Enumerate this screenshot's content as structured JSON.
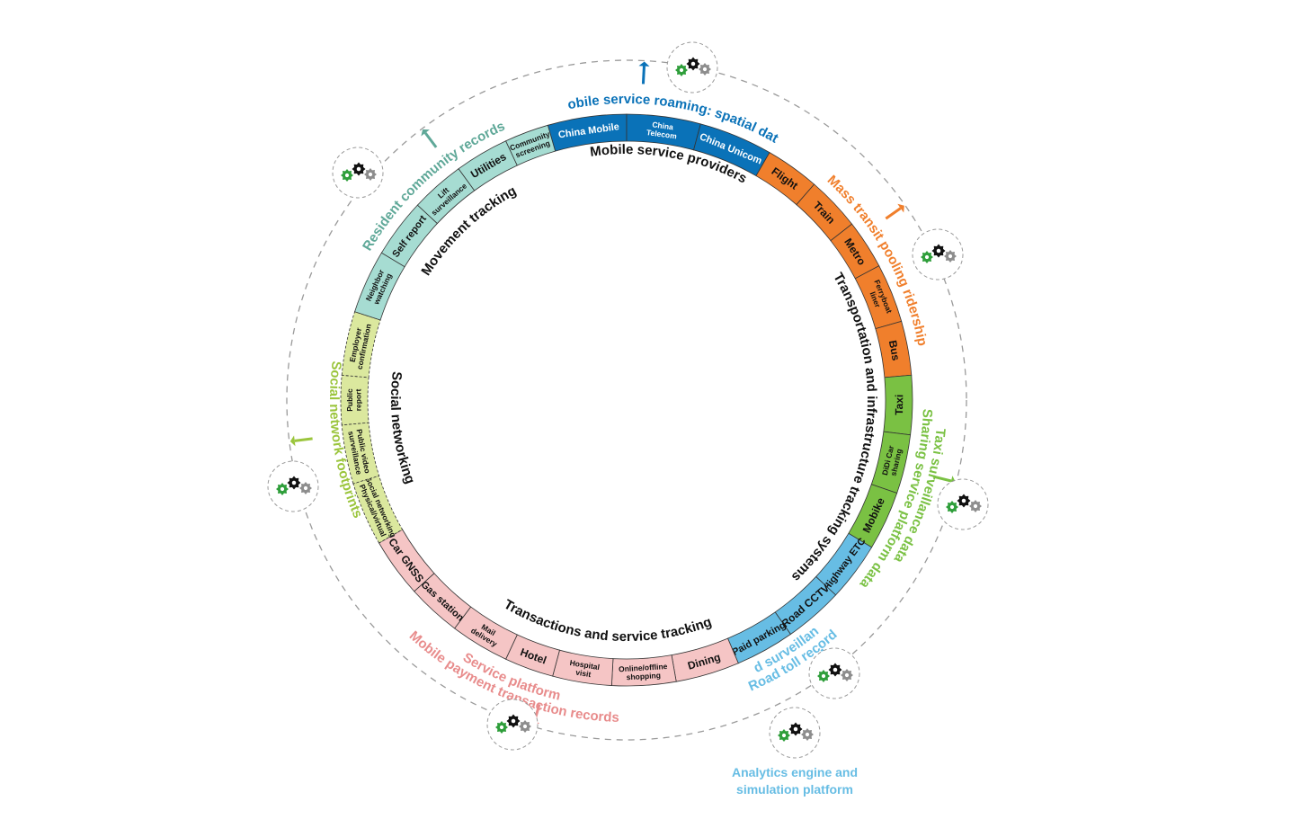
{
  "colors": {
    "mobile": "#0a72b8",
    "mass": "#f07f2c",
    "sharing": "#7ac143",
    "road": "#67bde4",
    "trans": "#f5c5c5",
    "trans_text": "#e88c8c",
    "social": "#dbe89e",
    "social_text": "#9bc53d",
    "resident": "#a6dcd2",
    "resident_text": "#5fa898",
    "gear_green": "#2e9e3a",
    "gear_black": "#111111",
    "gear_gray": "#8d8d8d",
    "dash": "#9a9a9a"
  },
  "segments": [
    {
      "label": "China Mobile",
      "group": "mobile"
    },
    {
      "label": "China Telecom",
      "group": "mobile"
    },
    {
      "label": "China Unicom",
      "group": "mobile"
    },
    {
      "label": "Flight",
      "group": "mass"
    },
    {
      "label": "Train",
      "group": "mass"
    },
    {
      "label": "Metro",
      "group": "mass"
    },
    {
      "label": "Ferryboat liner",
      "group": "mass"
    },
    {
      "label": "Bus",
      "group": "mass"
    },
    {
      "label": "Taxi",
      "group": "sharing"
    },
    {
      "label": "DiDi Car sharing",
      "group": "sharing"
    },
    {
      "label": "Mobike",
      "group": "sharing"
    },
    {
      "label": "Highway ETC",
      "group": "road"
    },
    {
      "label": "Road CCTV",
      "group": "road"
    },
    {
      "label": "Paid parking",
      "group": "road"
    },
    {
      "label": "Dining",
      "group": "trans"
    },
    {
      "label": "Online/offline shopping",
      "group": "trans"
    },
    {
      "label": "Hospital visit",
      "group": "trans"
    },
    {
      "label": "Hotel",
      "group": "trans"
    },
    {
      "label": "Mail delivery",
      "group": "trans"
    },
    {
      "label": "Gas station",
      "group": "trans"
    },
    {
      "label": "Car GNSS",
      "group": "trans"
    },
    {
      "label": "Social networking Physical/virtual",
      "group": "social"
    },
    {
      "label": "Public video surveillance",
      "group": "social"
    },
    {
      "label": "Public report",
      "group": "social"
    },
    {
      "label": "Employer confirmation",
      "group": "social"
    },
    {
      "label": "Neighbor watching",
      "group": "resident"
    },
    {
      "label": "Self report",
      "group": "resident"
    },
    {
      "label": "Lift surveillance",
      "group": "resident"
    },
    {
      "label": "Utilities",
      "group": "resident"
    },
    {
      "label": "Community screening",
      "group": "resident"
    }
  ],
  "categories": [
    {
      "label": "Mobile service providers"
    },
    {
      "label": "Transportation and infrastructure tracking systems"
    },
    {
      "label": "Transactions and service tracking"
    },
    {
      "label": "Social networking"
    },
    {
      "label": "Movement tracking"
    }
  ],
  "outer_labels": [
    {
      "label": "Mobile service roaming: spatial data",
      "color_key": "mobile"
    },
    {
      "label": "Mass transit pooling ridership",
      "color_key": "mass"
    },
    {
      "label": "Sharing service platform data",
      "color_key": "sharing"
    },
    {
      "label": "Taxi surveillance data",
      "color_key": "sharing"
    },
    {
      "label": "Road toll record",
      "color_key": "road"
    },
    {
      "label": "and surveillance",
      "color_key": "road"
    },
    {
      "label": "Service platform",
      "color_key": "trans_text"
    },
    {
      "label": "Mobile payment transaction records",
      "color_key": "trans_text"
    },
    {
      "label": "Social network footprints",
      "color_key": "social_text"
    },
    {
      "label": "Resident community records",
      "color_key": "resident_text"
    }
  ],
  "gear_icon_name": "gears-icon",
  "gear_label": [
    "Analytics engine and",
    "simulation platform"
  ]
}
